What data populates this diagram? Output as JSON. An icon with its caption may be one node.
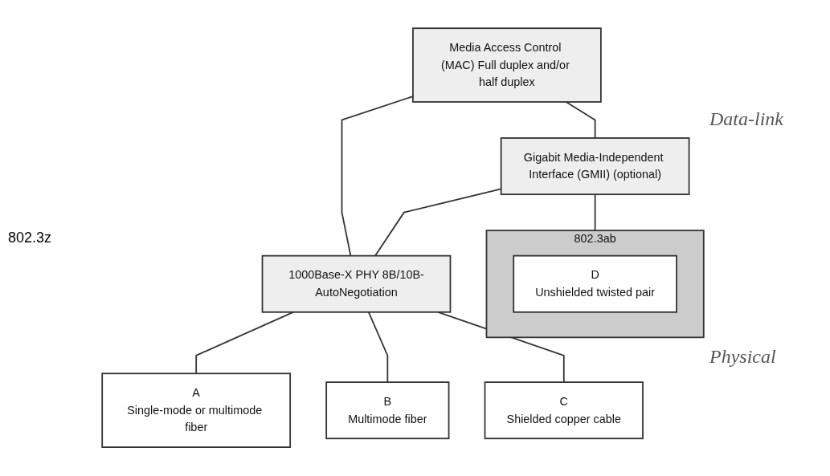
{
  "diagram": {
    "nodes": [
      {
        "text": [
          "Media Access Control (MAC) Full duplex and/or half duplex"
        ]
      },
      {
        "text": [
          "Gigabit Media-Independent Interface (GMII) (optional)"
        ]
      },
      {
        "text": [
          "1000Base-X PHY 8B/10B-AutoNegotiation"
        ]
      },
      {
        "text": [
          "802.3ab"
        ]
      },
      {
        "text": [
          "A",
          "Single-mode or multimode fiber"
        ]
      },
      {
        "text": [
          "B",
          "Multimode fiber"
        ]
      },
      {
        "text": [
          "C",
          "Shielded copper cable"
        ]
      },
      {
        "text": [
          "D",
          "Unshielded twisted pair"
        ],
        "in": 3
      }
    ],
    "edges": [
      {
        "from": 0,
        "to": 2,
        "arrow": "none"
      },
      {
        "from": 0,
        "to": 1,
        "arrow": "none"
      },
      {
        "from": 1,
        "to": 2,
        "arrow": "none"
      },
      {
        "from": 1,
        "to": 3,
        "arrow": "none"
      },
      {
        "from": 2,
        "to": 4,
        "arrow": "none"
      },
      {
        "from": 2,
        "to": 5,
        "arrow": "none"
      },
      {
        "from": 2,
        "to": 6,
        "arrow": "none"
      }
    ],
    "labels": [
      "Data-link",
      "802.3z",
      "Physical"
    ]
  }
}
